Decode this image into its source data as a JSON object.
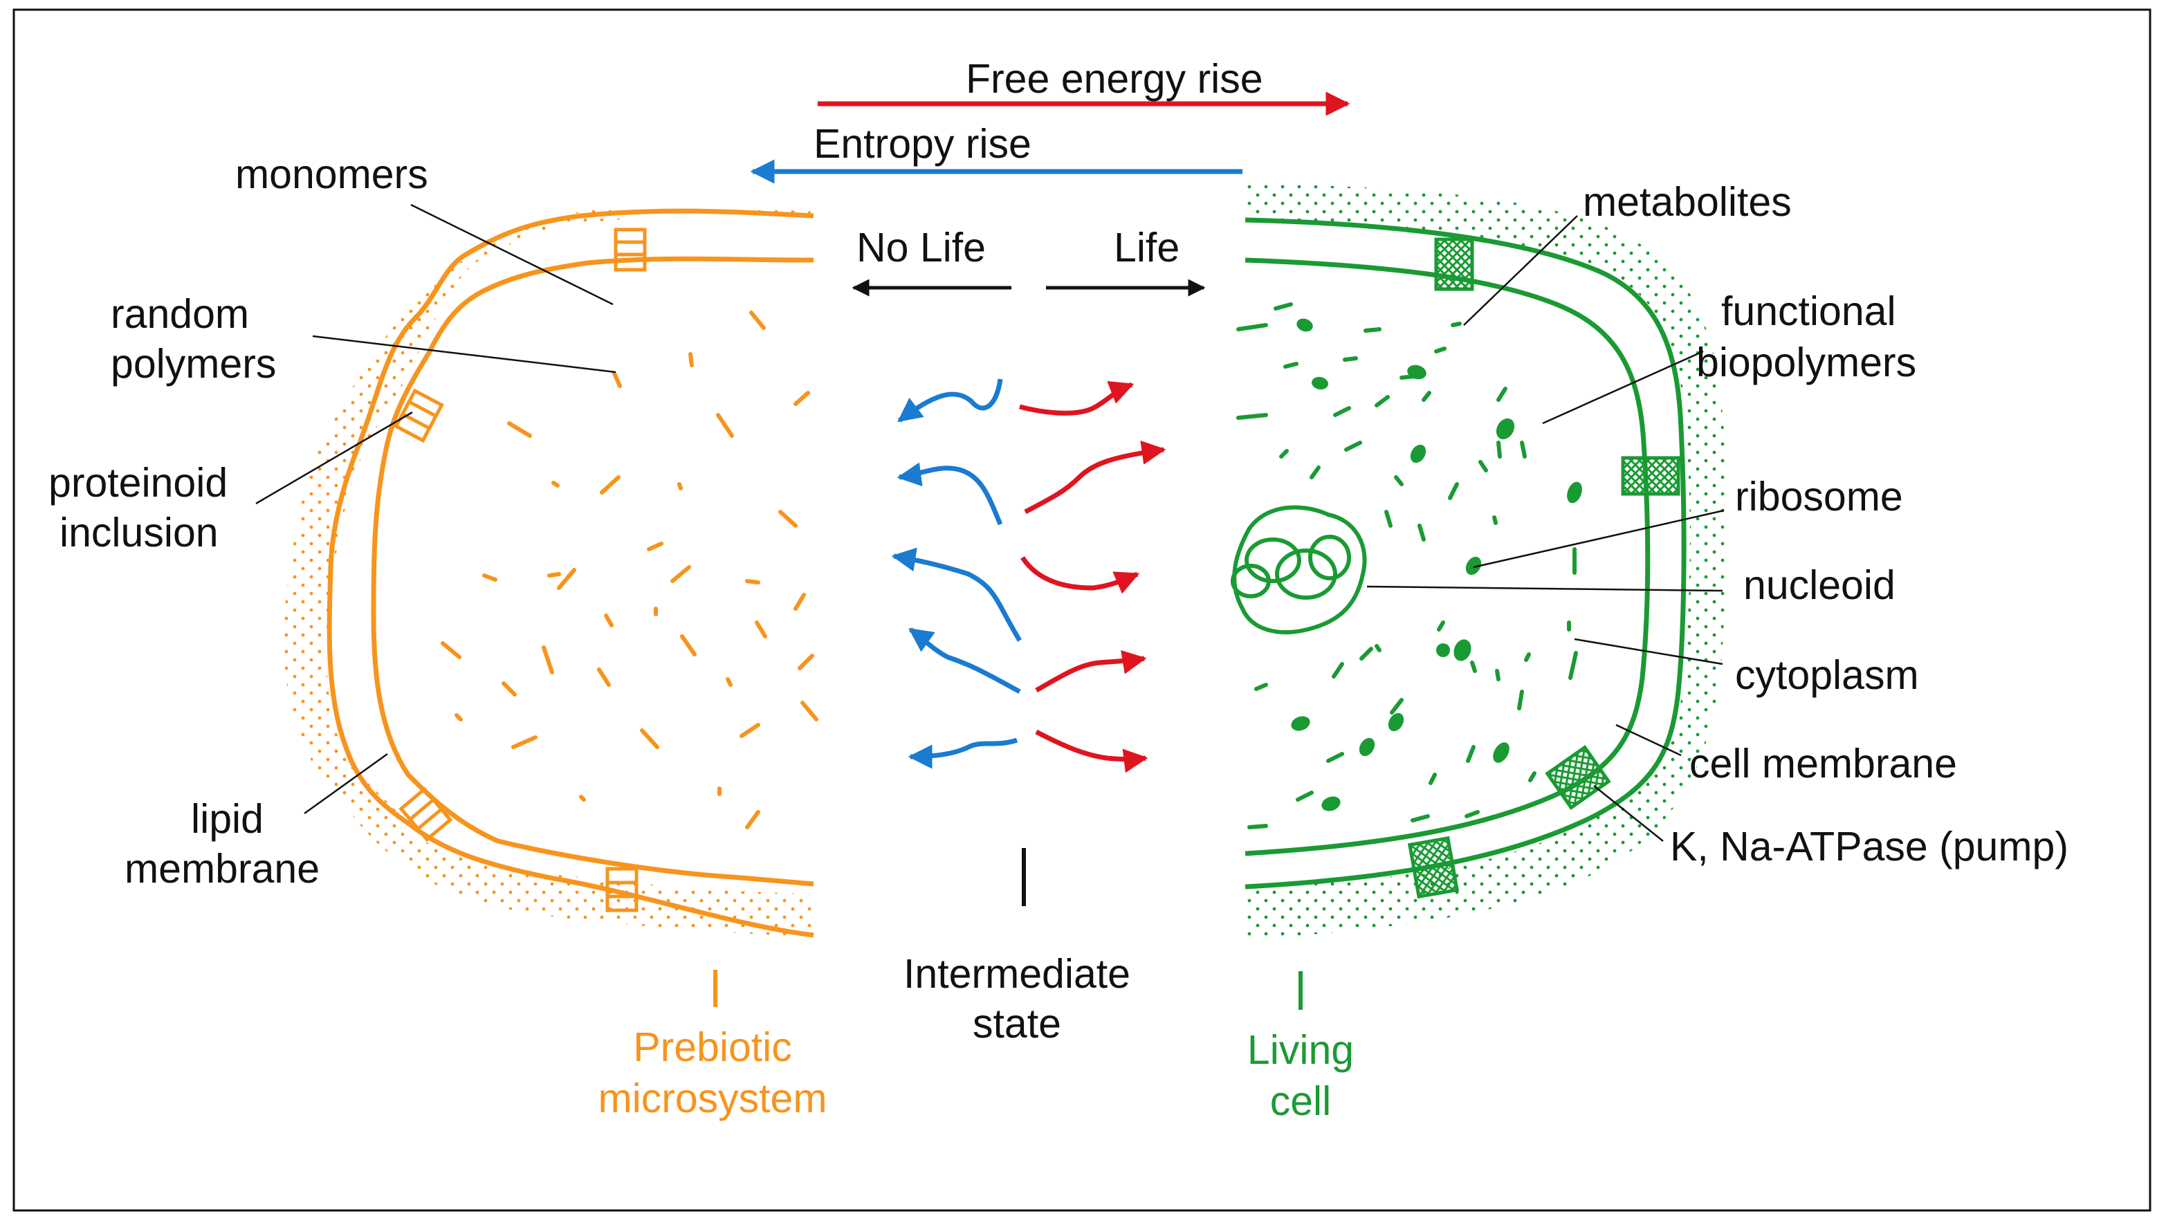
{
  "colors": {
    "prebiotic": "#f7941d",
    "living": "#1a9a33",
    "free_energy_arrow": "#e0141e",
    "entropy_arrow": "#1a7bd0",
    "text": "#111111"
  },
  "top_arrows": {
    "free_energy": "Free energy rise",
    "entropy": "Entropy rise"
  },
  "direction": {
    "no_life": "No Life",
    "life": "Life"
  },
  "left_labels": {
    "monomers": "monomers",
    "random_polymers_1": "random",
    "random_polymers_2": "polymers",
    "proteinoid_1": "proteinoid",
    "proteinoid_2": "inclusion",
    "lipid_1": "lipid",
    "lipid_2": "membrane"
  },
  "right_labels": {
    "metabolites": "metabolites",
    "functional_1": "functional",
    "functional_2": "biopolymers",
    "ribosome": "ribosome",
    "nucleoid": "nucleoid",
    "cytoplasm": "cytoplasm",
    "cell_membrane": "cell membrane",
    "pump": "K, Na-ATPase (pump)"
  },
  "bottom_labels": {
    "prebiotic_1": "Prebiotic",
    "prebiotic_2": "microsystem",
    "intermediate_1": "Intermediate",
    "intermediate_2": "state",
    "living_1": "Living",
    "living_2": "cell"
  },
  "icons": [
    "free-energy-arrow-icon",
    "entropy-arrow-icon",
    "flux-arrow-icon"
  ]
}
